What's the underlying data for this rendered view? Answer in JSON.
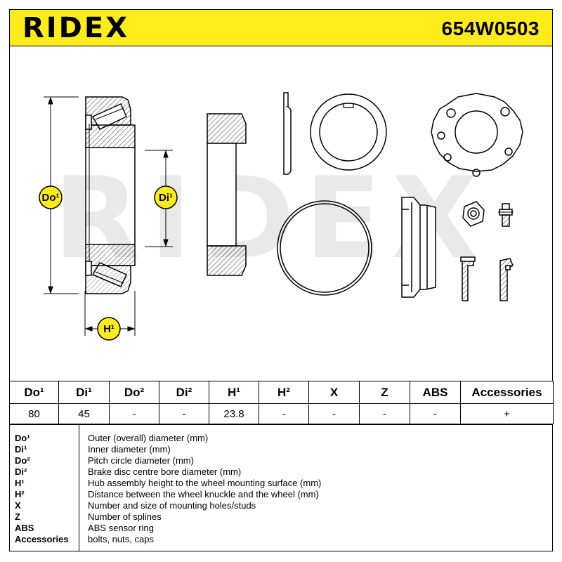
{
  "header": {
    "brand": "RIDEX",
    "part_number": "654W0503"
  },
  "drawing": {
    "watermark": "RIDEX",
    "labels": {
      "outer_diameter": "Do¹",
      "inner_diameter": "Di¹",
      "height": "H¹"
    },
    "colors": {
      "accent": "#ffec1a",
      "watermark": "#e9e9e9",
      "line": "#000000"
    }
  },
  "table": {
    "headers": [
      "Do¹",
      "Di¹",
      "Do²",
      "Di²",
      "H¹",
      "H²",
      "X",
      "Z",
      "ABS",
      "Accessories"
    ],
    "values": [
      "80",
      "45",
      "-",
      "-",
      "23.8",
      "-",
      "-",
      "-",
      "-",
      "+"
    ]
  },
  "legend": [
    {
      "key": "Do¹",
      "desc": "Outer (overall) diameter (mm)"
    },
    {
      "key": "Di¹",
      "desc": "Inner diameter (mm)"
    },
    {
      "key": "Do²",
      "desc": "Pitch circle diameter (mm)"
    },
    {
      "key": "Di²",
      "desc": "Brake disc centre bore diameter (mm)"
    },
    {
      "key": "H¹",
      "desc": "Hub assembly height to the wheel mounting surface (mm)"
    },
    {
      "key": "H²",
      "desc": "Distance between the wheel knuckle and the wheel (mm)"
    },
    {
      "key": "X",
      "desc": "Number and size of mounting holes/studs"
    },
    {
      "key": "Z",
      "desc": "Number of splines"
    },
    {
      "key": "ABS",
      "desc": "ABS sensor ring"
    },
    {
      "key": "Accessories",
      "desc": "bolts, nuts, caps"
    }
  ]
}
